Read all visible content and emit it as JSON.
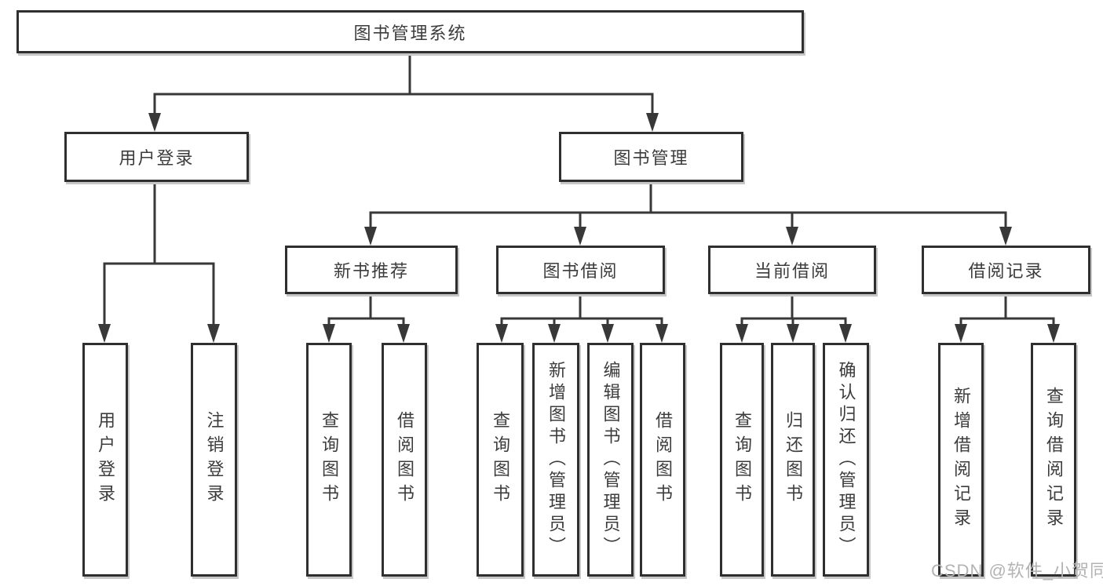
{
  "diagram": {
    "type": "hierarchy-tree",
    "watermark": "CSDN @软件_小贺同学",
    "colors": {
      "background": "#ffffff",
      "box_border": "#2f2f2f",
      "line": "#383838",
      "text": "#3c3c3c",
      "box_shadow": "#c7c7c7",
      "watermark": "#b3b3b3"
    },
    "tree": {
      "label": "图书管理系统",
      "children": [
        {
          "label": "用户登录",
          "children": [
            {
              "label": "用户登录"
            },
            {
              "label": "注销登录"
            }
          ]
        },
        {
          "label": "图书管理",
          "children": [
            {
              "label": "新书推荐",
              "children": [
                {
                  "label": "查询图书"
                },
                {
                  "label": "借阅图书"
                }
              ]
            },
            {
              "label": "图书借阅",
              "children": [
                {
                  "label": "查询图书"
                },
                {
                  "label": "新增图书（管理员）"
                },
                {
                  "label": "编辑图书（管理员）"
                },
                {
                  "label": "借阅图书"
                }
              ]
            },
            {
              "label": "当前借阅",
              "children": [
                {
                  "label": "查询图书"
                },
                {
                  "label": "归还图书"
                },
                {
                  "label": "确认归还（管理员）"
                }
              ]
            },
            {
              "label": "借阅记录",
              "children": [
                {
                  "label": "新增借阅记录"
                },
                {
                  "label": "查询借阅记录"
                }
              ]
            }
          ]
        }
      ]
    }
  }
}
